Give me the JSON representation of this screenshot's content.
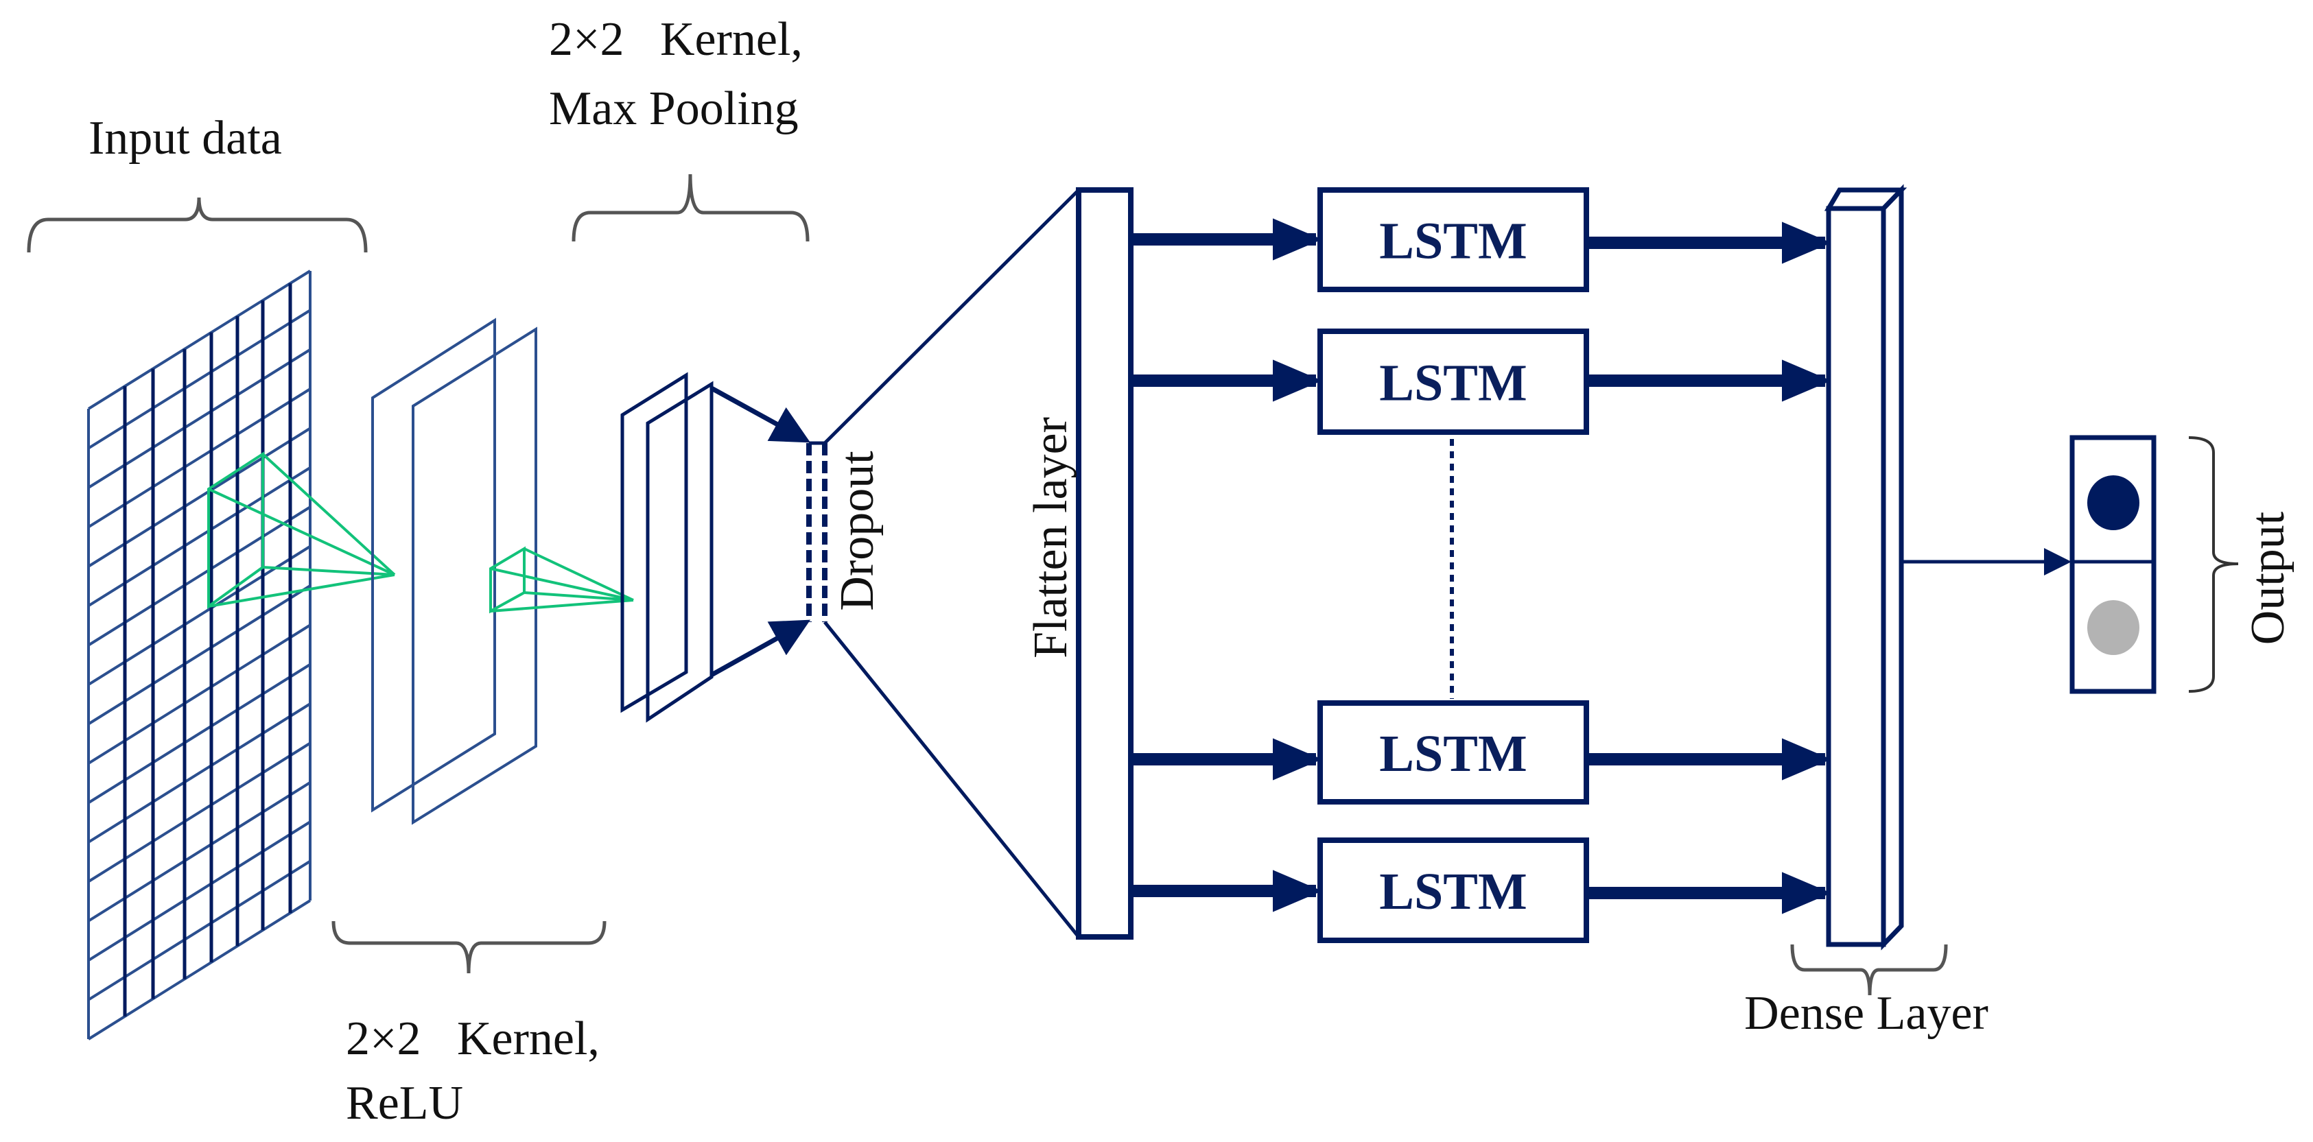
{
  "labels": {
    "input_data": "Input data",
    "pool_line1": "2×2   Kernel,",
    "pool_line2": "Max Pooling",
    "conv_line1": "2×2   Kernel,",
    "conv_line2": "ReLU",
    "dropout": "Dropout",
    "flatten": "Flatten layer",
    "dense": "Dense Layer",
    "output": "Output"
  },
  "lstm_units": [
    "LSTM",
    "LSTM",
    "LSTM",
    "LSTM"
  ],
  "colors": {
    "navy": "#001a5e",
    "grid": "#1f3f8a",
    "kernel": "#12c27a",
    "output_active": "#001a5e",
    "output_inactive": "#b3b3b3",
    "brace": "#555555"
  }
}
